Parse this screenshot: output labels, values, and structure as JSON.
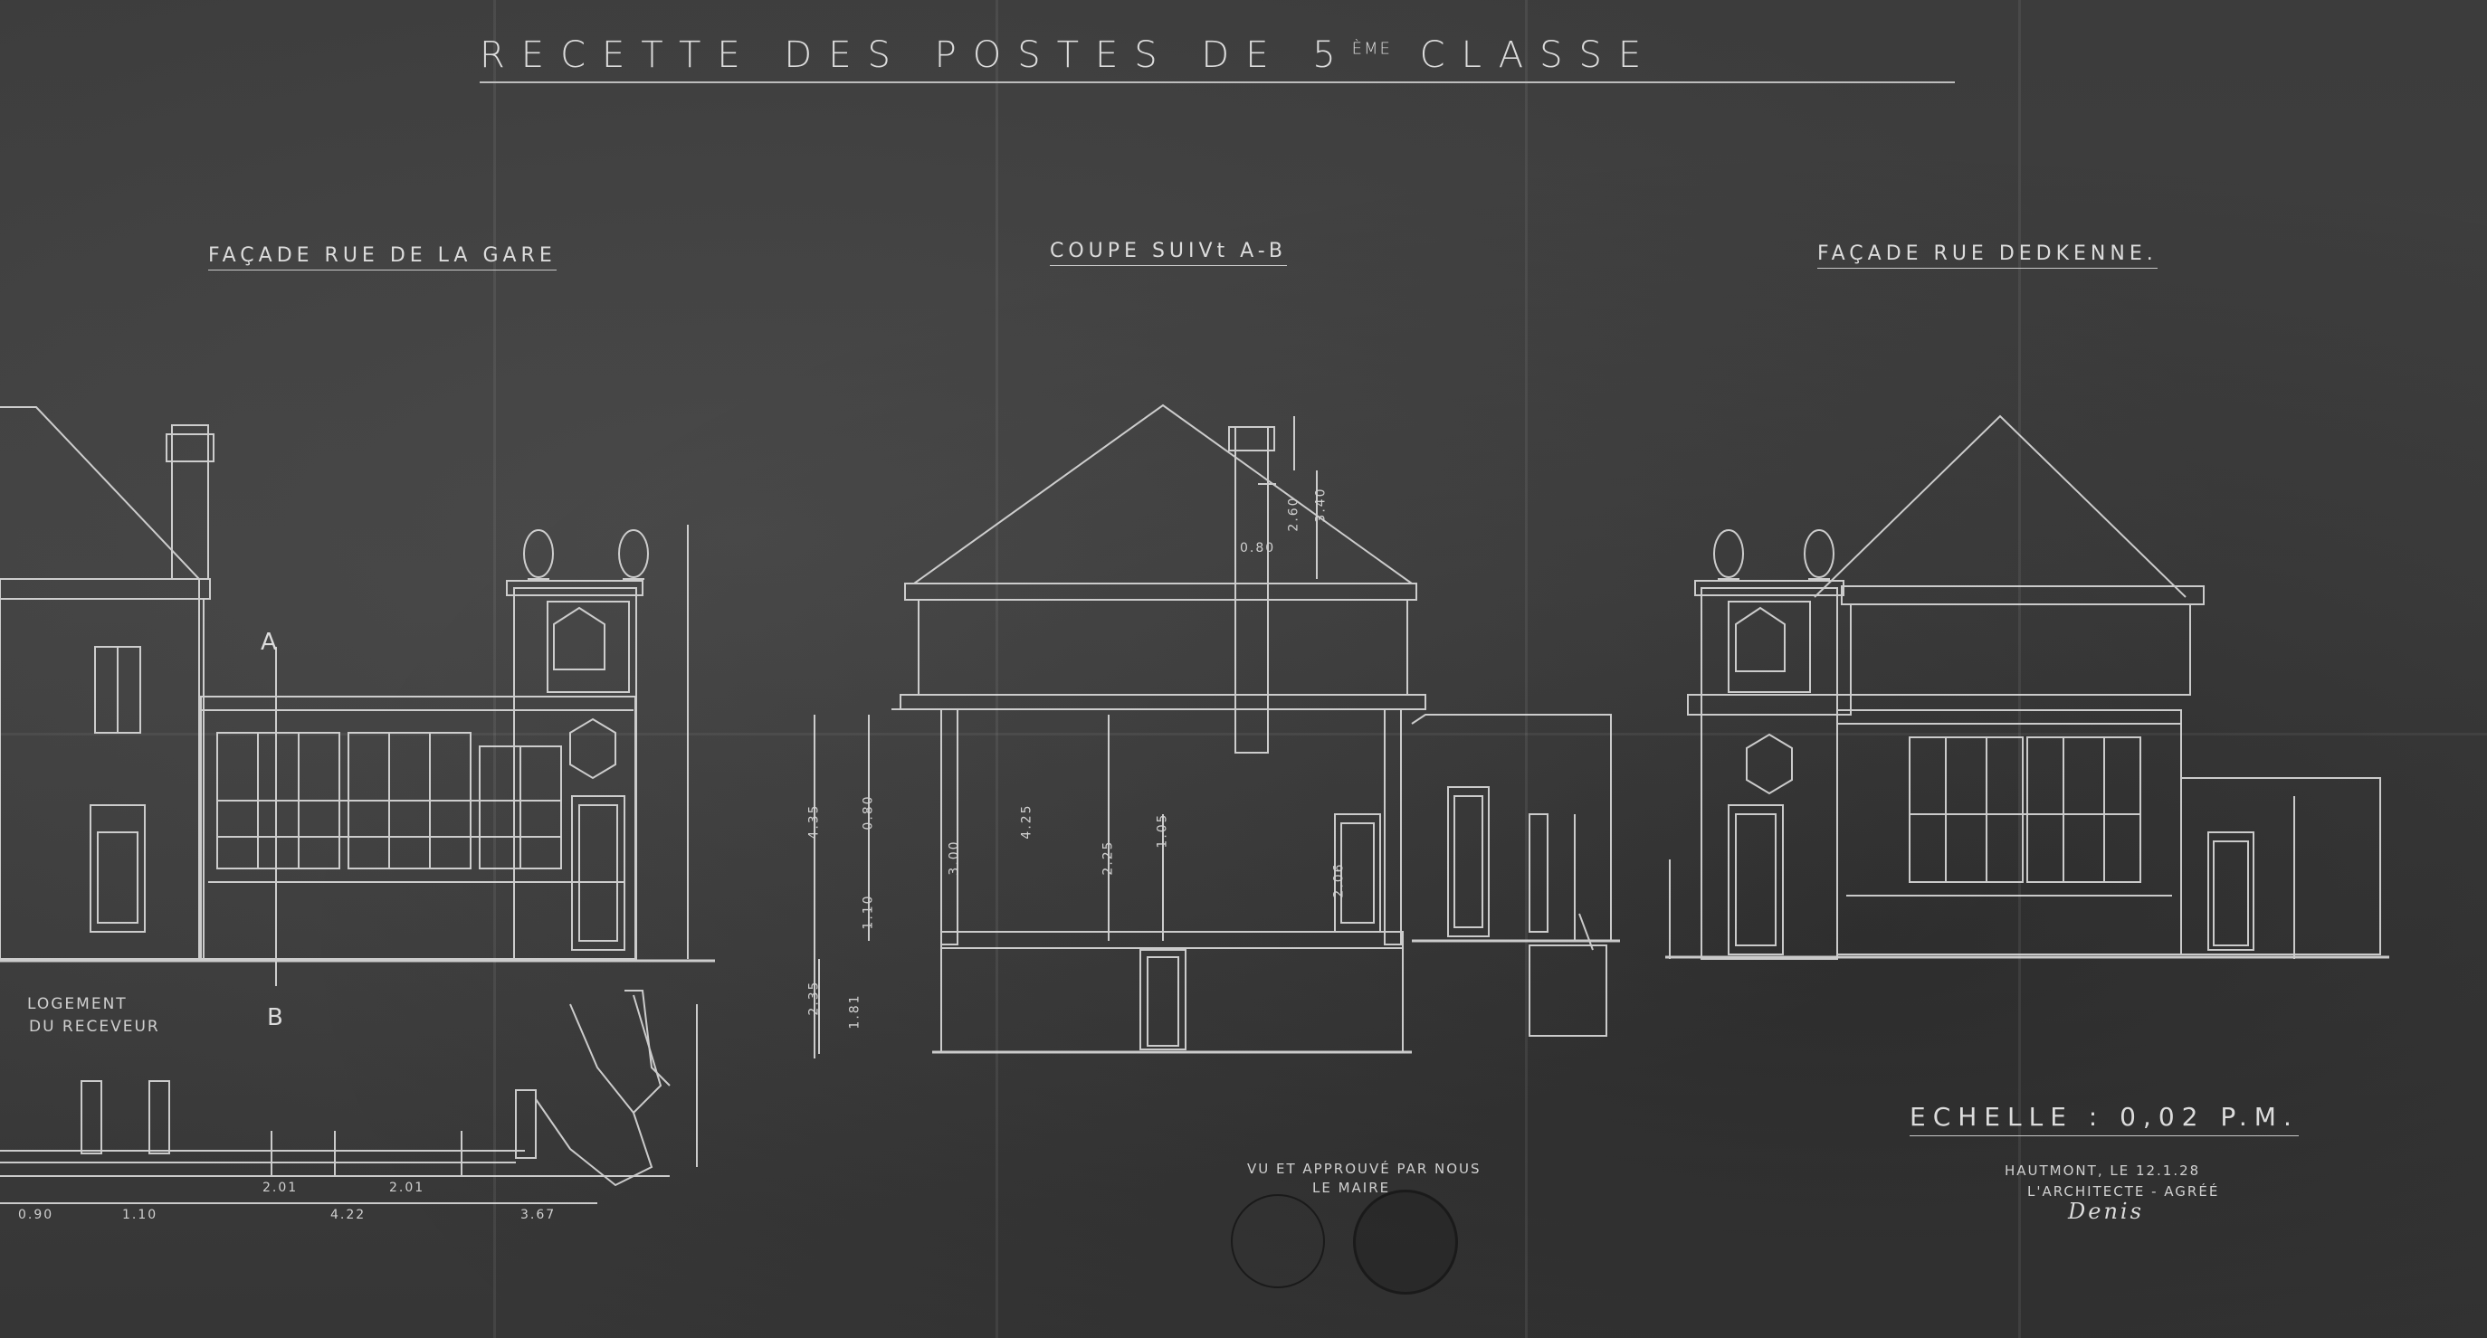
{
  "title": {
    "main_before": "RECETTE  DES  POSTES  DE  5",
    "superscript": "ÈME",
    "main_after": " CLASSE"
  },
  "views": {
    "left": "FAÇADE  RUE DE LA GARE",
    "center": "COUPE  SUIVt A-B",
    "right": "FAÇADE  RUE DEDKENNE."
  },
  "annotations": {
    "logement_line1": "LOGEMENT",
    "logement_line2": "DU RECEVEUR",
    "section_a": "A",
    "section_b": "B",
    "vu_line1": "VU ET APPROUVÉ PAR NOUS",
    "vu_line2": "LE MAIRE",
    "scale": "ECHELLE : 0,02 P.M.",
    "date_line": "HAUTMONT, LE 12.1.28",
    "architect_line": "L'ARCHITECTE - AGRÉÉ",
    "signature": "Denis"
  },
  "dimensions": {
    "plan_bottom": [
      "0.90",
      "1.10",
      "4.22",
      "3.67"
    ],
    "plan_middle": [
      "2.01",
      "2.01"
    ],
    "section_heights": [
      "4.35",
      "0.80",
      "1.10",
      "2.35",
      "1.81",
      "4.25",
      "3.00",
      "2.25",
      "1.05",
      "2.06",
      "2.60",
      "3.40",
      "0.80"
    ]
  },
  "colors": {
    "paper": "#3c3c3c",
    "line": "#e0e0e0",
    "ink": "#1a1a1a"
  }
}
